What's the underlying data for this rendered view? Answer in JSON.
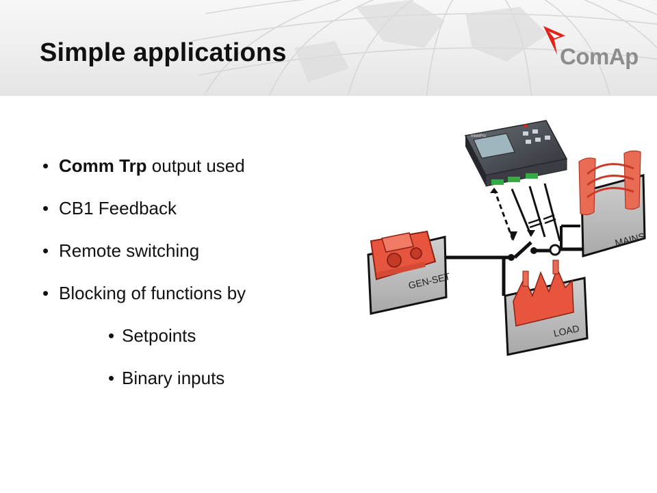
{
  "slide": {
    "title": "Simple applications"
  },
  "logo": {
    "text": "ComAp",
    "mark_color": "#e2231a"
  },
  "bullets": [
    {
      "bold": "Comm Trp",
      "text": " output used"
    },
    {
      "bold": "",
      "text": "CB1 Feedback"
    },
    {
      "bold": "",
      "text": "Remote switching"
    },
    {
      "bold": "",
      "text": "Blocking of functions by"
    }
  ],
  "sub_bullets": [
    {
      "text": "Setpoints"
    },
    {
      "text": "Binary inputs"
    }
  ],
  "diagram": {
    "genset_label": "GEN-SET",
    "mains_label": "MAINS",
    "load_label": "LOAD",
    "controller_brand": "InteliPro",
    "accent_color": "#e2231a"
  }
}
